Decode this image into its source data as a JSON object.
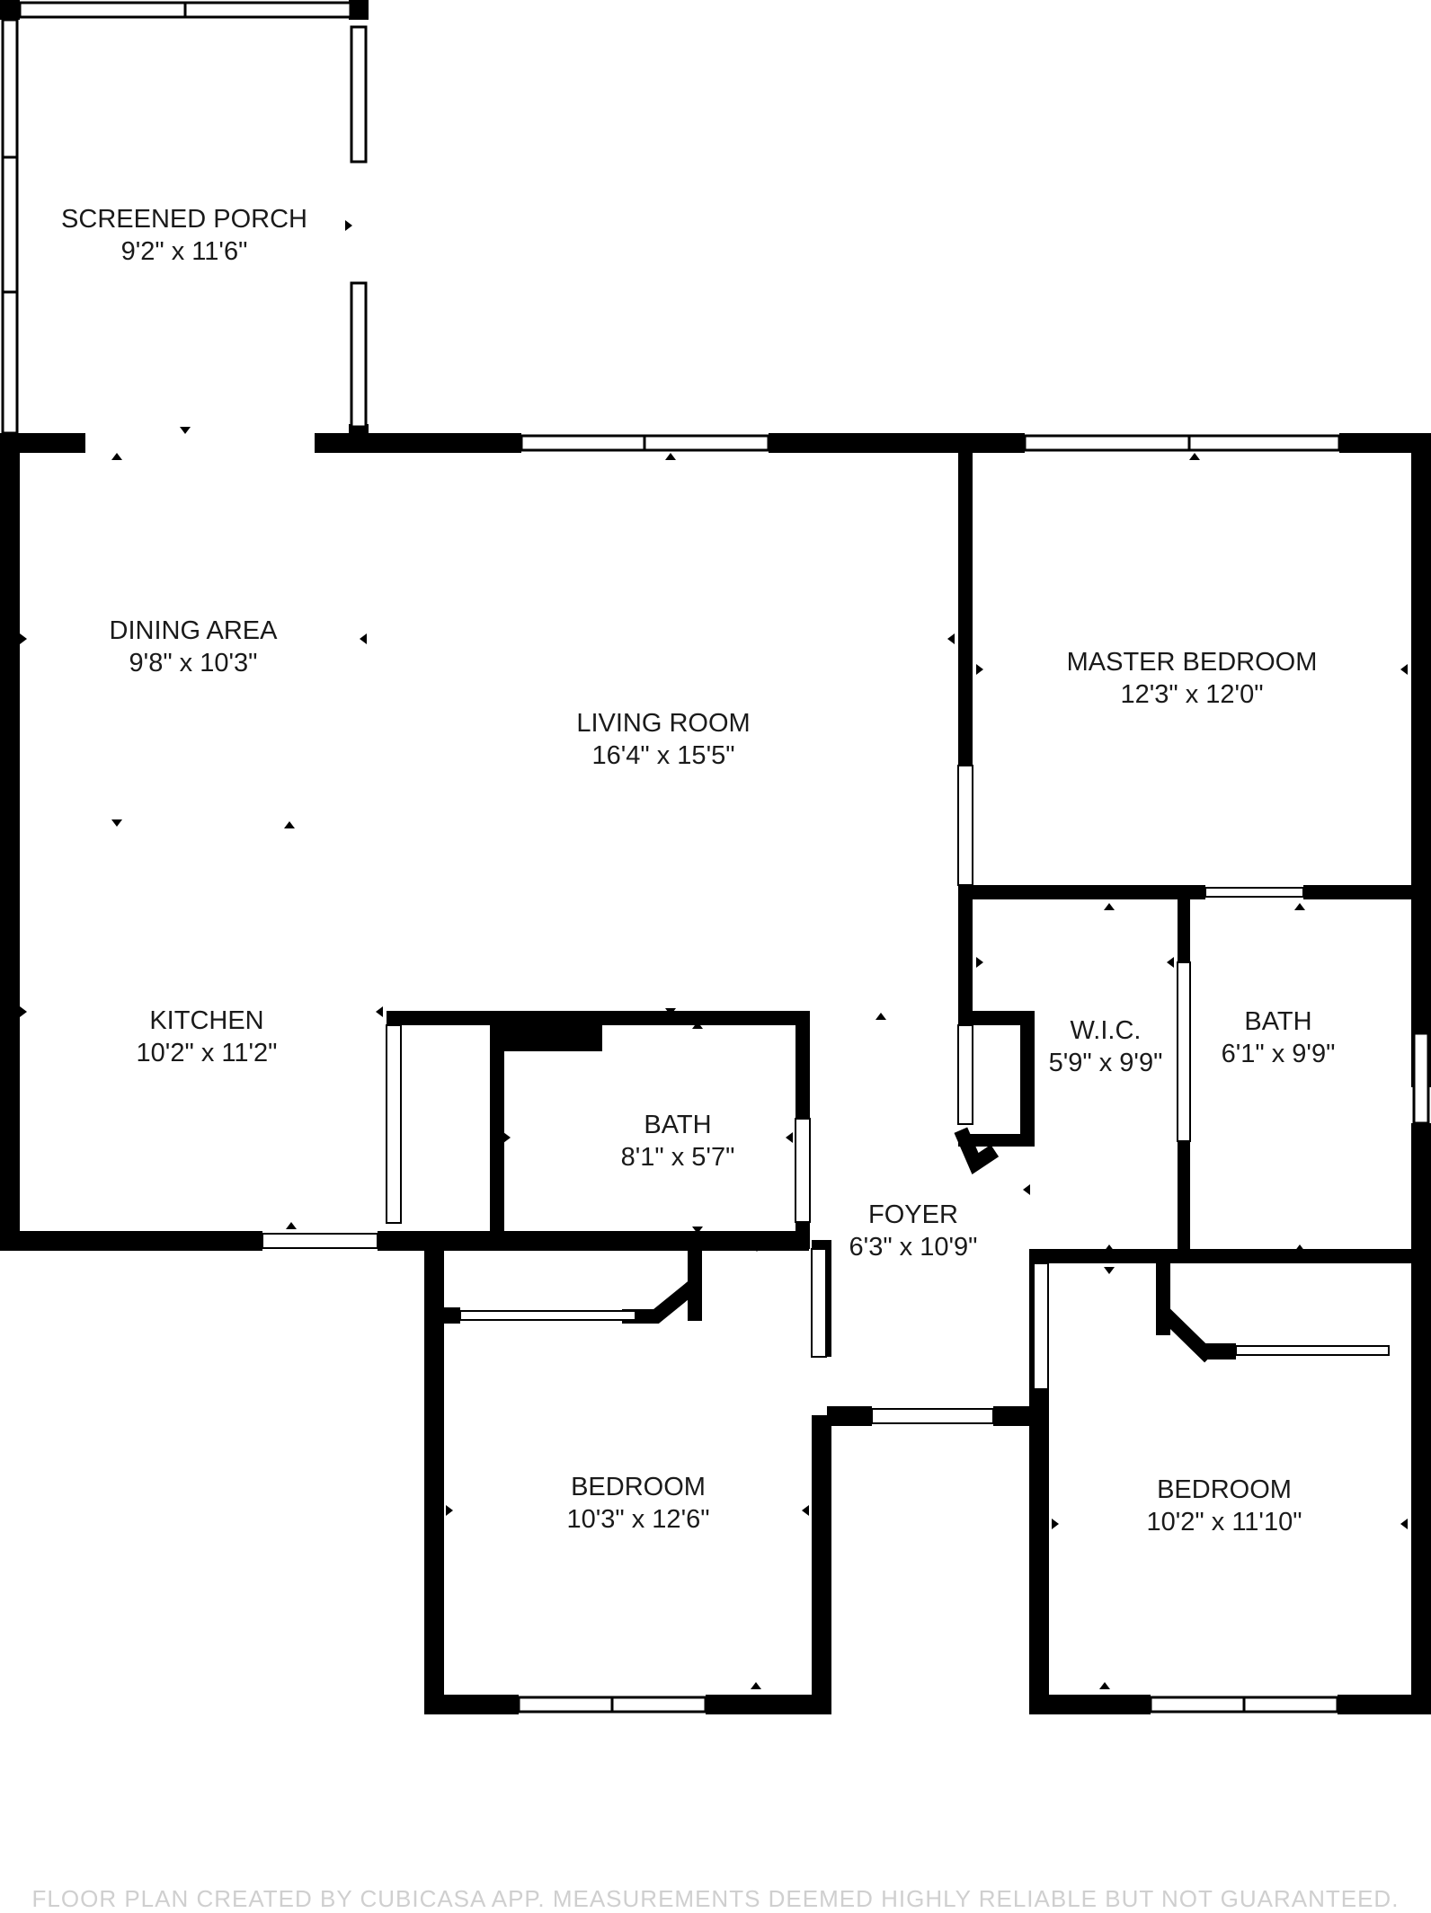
{
  "rooms": [
    {
      "id": "screened-porch",
      "name": "SCREENED PORCH",
      "dims": "9'2\" x 11'6\""
    },
    {
      "id": "dining-area",
      "name": "DINING AREA",
      "dims": "9'8\" x 10'3\""
    },
    {
      "id": "living-room",
      "name": "LIVING ROOM",
      "dims": "16'4\" x 15'5\""
    },
    {
      "id": "master-bedroom",
      "name": "MASTER BEDROOM",
      "dims": "12'3\" x 12'0\""
    },
    {
      "id": "kitchen",
      "name": "KITCHEN",
      "dims": "10'2\" x 11'2\""
    },
    {
      "id": "bath-hall",
      "name": "BATH",
      "dims": "8'1\" x 5'7\""
    },
    {
      "id": "wic",
      "name": "W.I.C.",
      "dims": "5'9\" x 9'9\""
    },
    {
      "id": "bath-master",
      "name": "BATH",
      "dims": "6'1\" x 9'9\""
    },
    {
      "id": "foyer",
      "name": "FOYER",
      "dims": "6'3\" x 10'9\""
    },
    {
      "id": "bedroom-left",
      "name": "BEDROOM",
      "dims": "10'3\" x 12'6\""
    },
    {
      "id": "bedroom-right",
      "name": "BEDROOM",
      "dims": "10'2\" x 11'10\""
    }
  ],
  "footer": "FLOOR PLAN CREATED BY CUBICASA APP. MEASUREMENTS DEEMED HIGHLY RELIABLE BUT NOT GUARANTEED."
}
